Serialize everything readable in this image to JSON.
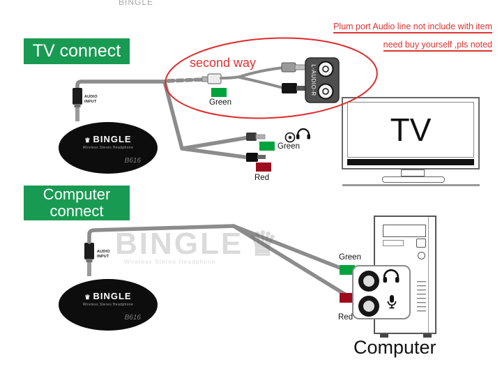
{
  "colors": {
    "section_green": "#199a52",
    "annotation_red": "#e03131",
    "swatch_green": "#00a33c",
    "swatch_red": "#9e0b1e",
    "cable_gray": "#8c8c8c",
    "ellipse_red": "#e02a2a"
  },
  "watermark": {
    "top": "BINGLE",
    "text": "BINGLE",
    "crown": "♛"
  },
  "notes": {
    "line1": "Plum port Audio line not include with item",
    "line2": "need buy yourself ,pls noted"
  },
  "sections": {
    "tv_connect": "TV connect",
    "computer_connect_line1": "Computer",
    "computer_connect_line2": "connect"
  },
  "labels": {
    "second_way": "second way",
    "green": "Green",
    "red": "Red",
    "tv": "TV",
    "computer": "Computer",
    "rca_port": "L-AUDIO-R",
    "audio_input_line1": "AUDIO",
    "audio_input_line2": "INPUT"
  },
  "device": {
    "brand": "BINGLE",
    "model": "B616",
    "tagline": "Wireless Stereo Headphone"
  }
}
